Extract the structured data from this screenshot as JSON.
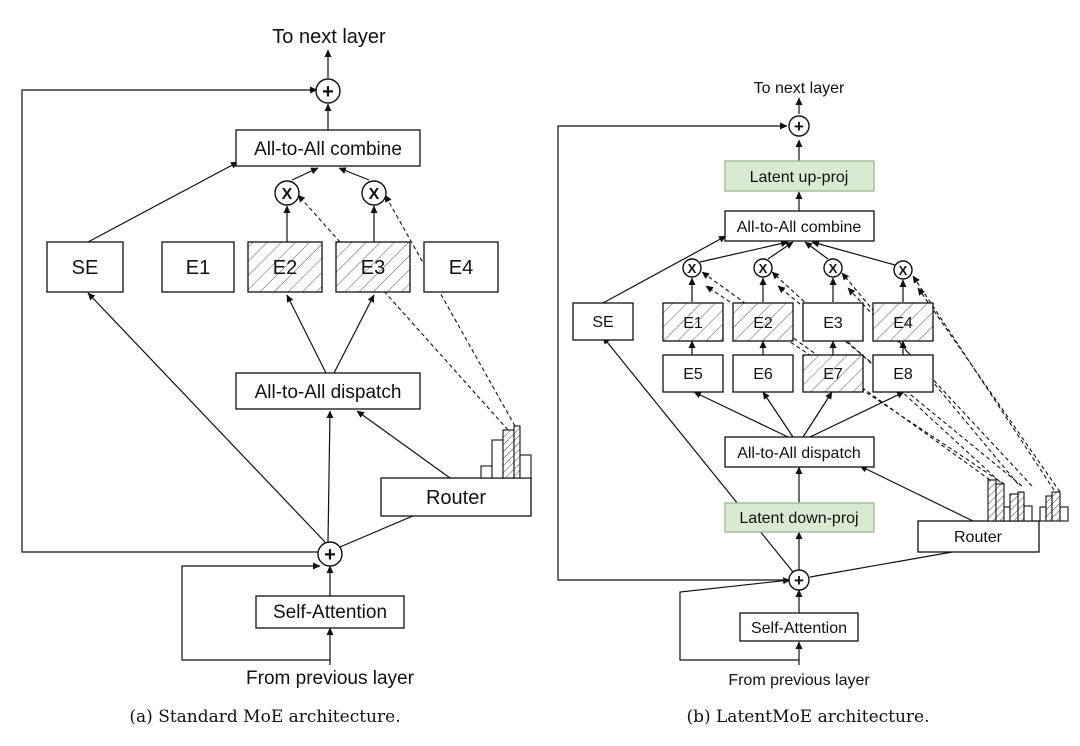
{
  "left": {
    "top_label": "To next layer",
    "bottom_label": "From previous layer",
    "combine": "All-to-All combine",
    "dispatch": "All-to-All dispatch",
    "router": "Router",
    "self_attention": "Self-Attention",
    "shared_expert": "SE",
    "experts": [
      "E1",
      "E2",
      "E3",
      "E4"
    ],
    "multiply_symbol": "X",
    "add_symbol": "+",
    "caption": "(a) Standard MoE architecture."
  },
  "right": {
    "top_label": "To next layer",
    "bottom_label": "From previous layer",
    "latent_up": "Latent up-proj",
    "latent_down": "Latent down-proj",
    "combine": "All-to-All combine",
    "dispatch": "All-to-All dispatch",
    "router": "Router",
    "self_attention": "Self-Attention",
    "shared_expert": "SE",
    "experts_top": [
      "E1",
      "E2",
      "E3",
      "E4"
    ],
    "experts_bottom": [
      "E5",
      "E6",
      "E7",
      "E8"
    ],
    "multiply_symbol": "X",
    "add_symbol": "+",
    "caption": "(b) LatentMoE architecture."
  },
  "colors": {
    "latent_fill": "#d9ead3",
    "latent_border": "#9cb98e",
    "line": "#111111"
  }
}
